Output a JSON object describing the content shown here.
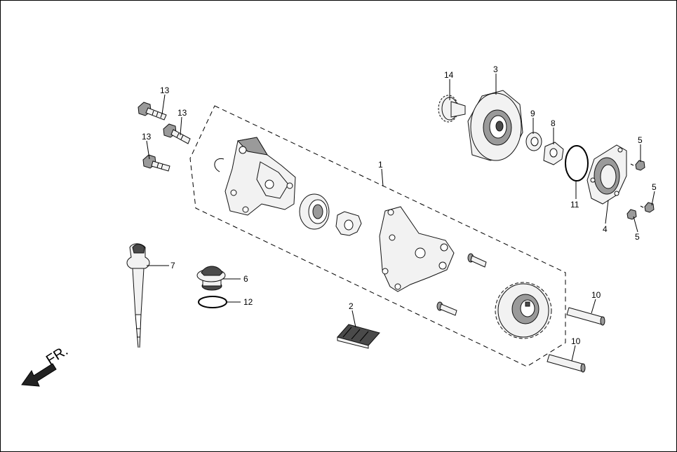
{
  "diagram": {
    "callouts": {
      "c1": "1",
      "c2": "2",
      "c3": "3",
      "c4": "4",
      "c5a": "5",
      "c5b": "5",
      "c5c": "5",
      "c6": "6",
      "c7": "7",
      "c8": "8",
      "c9": "9",
      "c10a": "10",
      "c10b": "10",
      "c11": "11",
      "c12": "12",
      "c13a": "13",
      "c13b": "13",
      "c13c": "13",
      "c14": "14"
    },
    "direction_label": "FR."
  }
}
